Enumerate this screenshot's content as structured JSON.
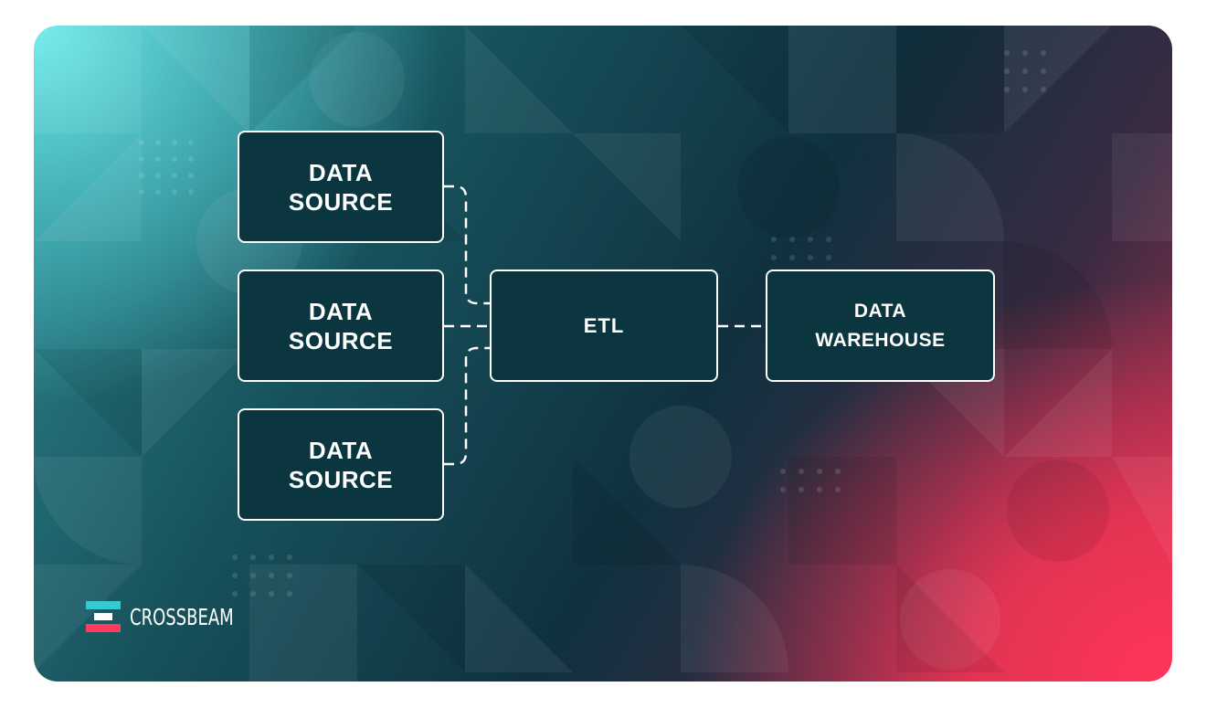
{
  "diagram": {
    "sources": [
      {
        "line1": "DATA",
        "line2": "SOURCE"
      },
      {
        "line1": "DATA",
        "line2": "SOURCE"
      },
      {
        "line1": "DATA",
        "line2": "SOURCE"
      }
    ],
    "etl": {
      "label": "ETL"
    },
    "warehouse": {
      "line1": "DATA",
      "line2": "WAREHOUSE"
    }
  },
  "brand": {
    "name": "CROSSBEAM",
    "logo_colors": {
      "teal": "#36c9cf",
      "white": "#ffffff",
      "red": "#ff3a5c"
    }
  },
  "colors": {
    "node_fill": "#0b3640",
    "node_border": "#ffffff",
    "gradient_top_left": "#70ecec",
    "gradient_bottom_right": "#ff355a"
  }
}
